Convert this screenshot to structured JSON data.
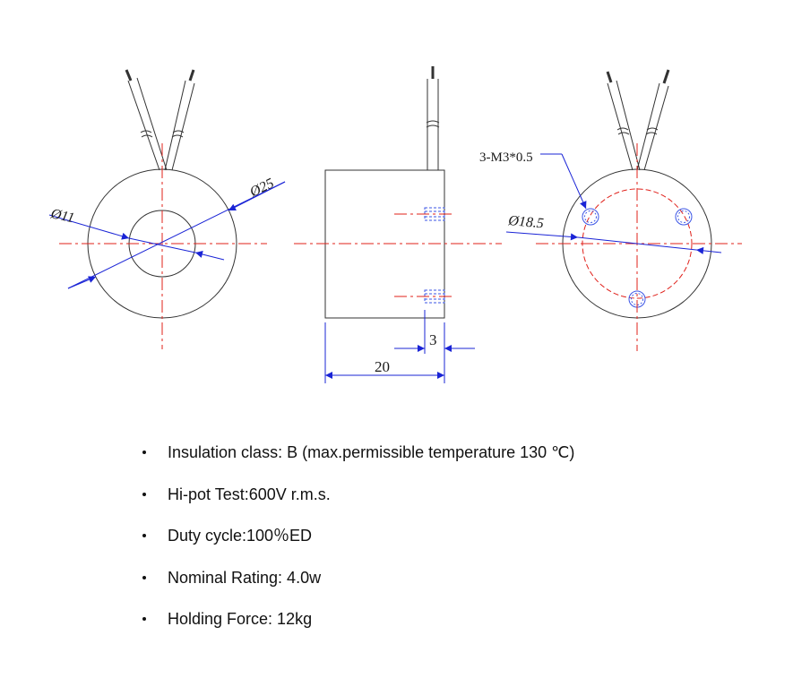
{
  "drawing": {
    "views": {
      "front": {
        "inner_diameter_label": "Ø11",
        "outer_diameter_label": "Ø25"
      },
      "side": {
        "length_label": "20",
        "depth_label": "3"
      },
      "rear": {
        "thread_label": "3-M3*0.5",
        "pitch_circle_label": "Ø18.5"
      }
    },
    "colors": {
      "outline": "#333333",
      "centerline": "#e0201a",
      "dimension": "#1a24d6",
      "hidden": "#3b55e6"
    }
  },
  "specs": [
    {
      "text": "Insulation class: B (max.permissible temperature 130 ℃)"
    },
    {
      "text": "Hi-pot Test:600V r.m.s."
    },
    {
      "text": "Duty cycle:100％ED"
    },
    {
      "text": "Nominal Rating: 4.0w"
    },
    {
      "text": "Holding Force: 12kg"
    }
  ]
}
